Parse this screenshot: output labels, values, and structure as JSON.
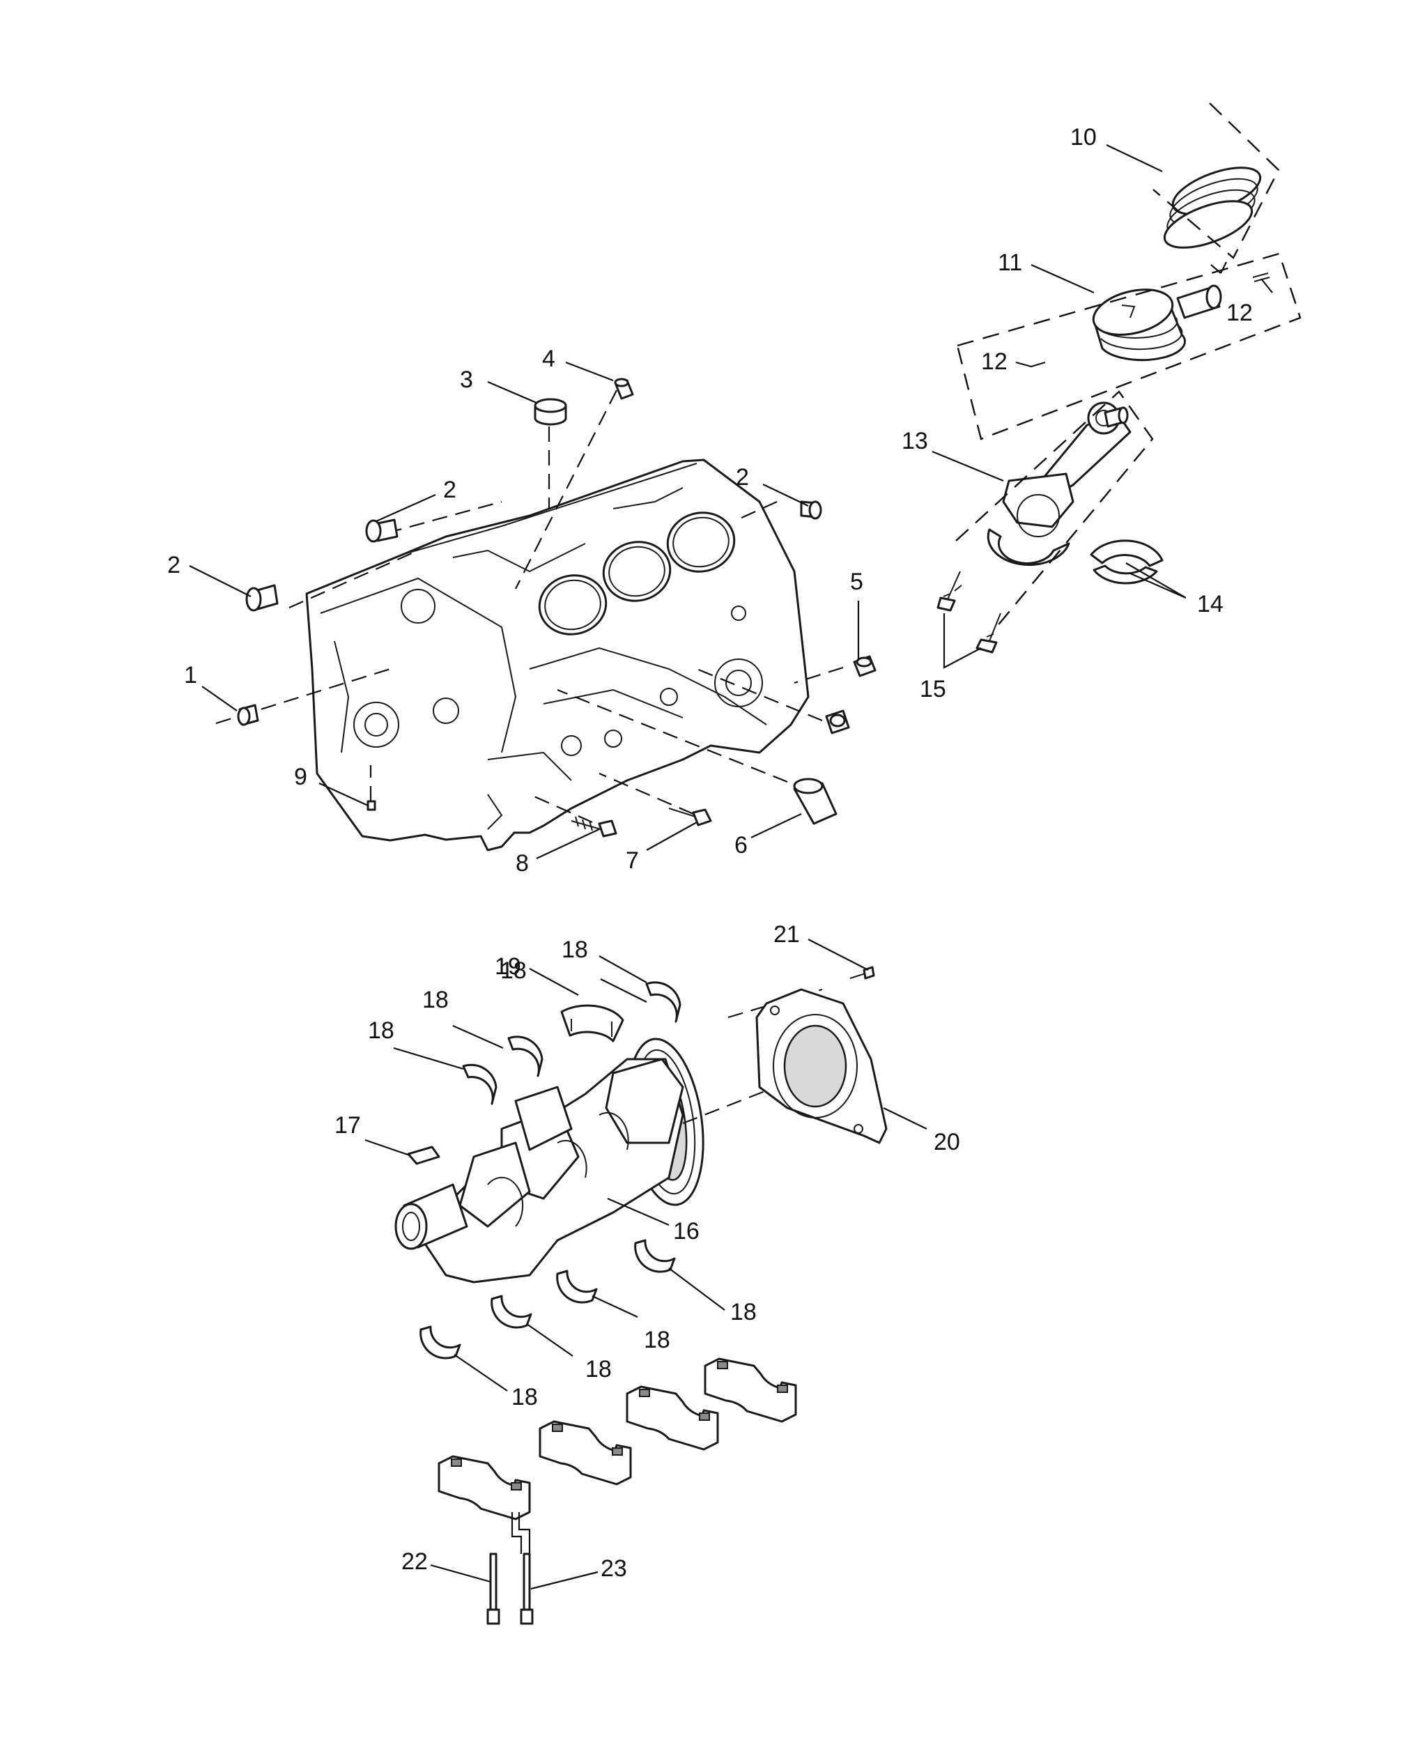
{
  "callouts": {
    "c1": "1",
    "c2a": "2",
    "c2b": "2",
    "c2c": "2",
    "c3": "3",
    "c4": "4",
    "c5": "5",
    "c6": "6",
    "c7": "7",
    "c8": "8",
    "c9": "9",
    "c10": "10",
    "c11": "11",
    "c12a": "12",
    "c12b": "12",
    "c13": "13",
    "c14": "14",
    "c15": "15",
    "c16": "16",
    "c17": "17",
    "c18a": "18",
    "c18b": "18",
    "c18c": "18",
    "c18d": "18",
    "c18e": "18",
    "c18f": "18",
    "c18g": "18",
    "c18h": "18",
    "c19": "19",
    "c20": "20",
    "c21": "21",
    "c22": "22",
    "c23": "23"
  }
}
